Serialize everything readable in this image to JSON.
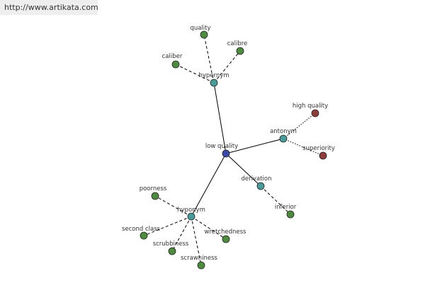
{
  "source_url": "http://www.artikata.com",
  "graph": {
    "colors": {
      "root": "#3a4aa6",
      "relation": "#4a9a9a",
      "word": "#4e8a40",
      "antonym_word": "#8f3c3c",
      "edge": "#000000"
    },
    "nodes": [
      {
        "id": "low_quality",
        "label": "low quality",
        "kind": "root"
      },
      {
        "id": "hypernym",
        "label": "hypernym",
        "kind": "relation"
      },
      {
        "id": "antonym",
        "label": "antonym",
        "kind": "relation"
      },
      {
        "id": "derivation",
        "label": "derivation",
        "kind": "relation"
      },
      {
        "id": "hyponym",
        "label": "hyponym",
        "kind": "relation"
      },
      {
        "id": "quality",
        "label": "quality",
        "kind": "word"
      },
      {
        "id": "calibre",
        "label": "calibre",
        "kind": "word"
      },
      {
        "id": "caliber",
        "label": "caliber",
        "kind": "word"
      },
      {
        "id": "high_quality",
        "label": "high quality",
        "kind": "antonym_word"
      },
      {
        "id": "superiority",
        "label": "superiority",
        "kind": "antonym_word"
      },
      {
        "id": "inferior",
        "label": "inferior",
        "kind": "word"
      },
      {
        "id": "poorness",
        "label": "poorness",
        "kind": "word"
      },
      {
        "id": "second_class",
        "label": "second class",
        "kind": "word"
      },
      {
        "id": "scrubbiness",
        "label": "scrubbiness",
        "kind": "word"
      },
      {
        "id": "scrawniness",
        "label": "scrawniness",
        "kind": "word"
      },
      {
        "id": "wretchedness",
        "label": "wretchedness",
        "kind": "word"
      }
    ],
    "edges": [
      {
        "from": "low_quality",
        "to": "hypernym",
        "style": "solid"
      },
      {
        "from": "low_quality",
        "to": "antonym",
        "style": "solid"
      },
      {
        "from": "low_quality",
        "to": "derivation",
        "style": "solid"
      },
      {
        "from": "low_quality",
        "to": "hyponym",
        "style": "solid"
      },
      {
        "from": "hypernym",
        "to": "quality",
        "style": "dashed"
      },
      {
        "from": "hypernym",
        "to": "calibre",
        "style": "dashed"
      },
      {
        "from": "hypernym",
        "to": "caliber",
        "style": "dashed"
      },
      {
        "from": "antonym",
        "to": "high_quality",
        "style": "dotted"
      },
      {
        "from": "antonym",
        "to": "superiority",
        "style": "dotted"
      },
      {
        "from": "derivation",
        "to": "inferior",
        "style": "dashed"
      },
      {
        "from": "hyponym",
        "to": "poorness",
        "style": "dashed"
      },
      {
        "from": "hyponym",
        "to": "second_class",
        "style": "dashed"
      },
      {
        "from": "hyponym",
        "to": "scrubbiness",
        "style": "dashed"
      },
      {
        "from": "hyponym",
        "to": "scrawniness",
        "style": "dashed"
      },
      {
        "from": "hyponym",
        "to": "wretchedness",
        "style": "dashed"
      }
    ]
  }
}
